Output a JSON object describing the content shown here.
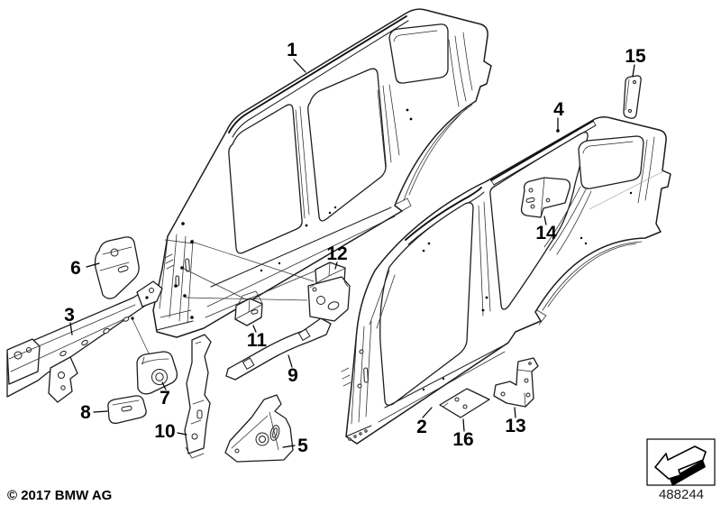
{
  "diagram": {
    "type": "parts-diagram",
    "copyright": "© 2017 BMW AG",
    "diagram_number": "488244",
    "colors": {
      "background": "#ffffff",
      "line": "#1d1d1b",
      "label": "#000000"
    },
    "legend_icon": "direction-of-travel-arrow",
    "callouts": [
      {
        "label": "1"
      },
      {
        "label": "2"
      },
      {
        "label": "3"
      },
      {
        "label": "4"
      },
      {
        "label": "5"
      },
      {
        "label": "6"
      },
      {
        "label": "7"
      },
      {
        "label": "8"
      },
      {
        "label": "9"
      },
      {
        "label": "10"
      },
      {
        "label": "11"
      },
      {
        "label": "12"
      },
      {
        "label": "13"
      },
      {
        "label": "14"
      },
      {
        "label": "15"
      },
      {
        "label": "16"
      }
    ]
  }
}
